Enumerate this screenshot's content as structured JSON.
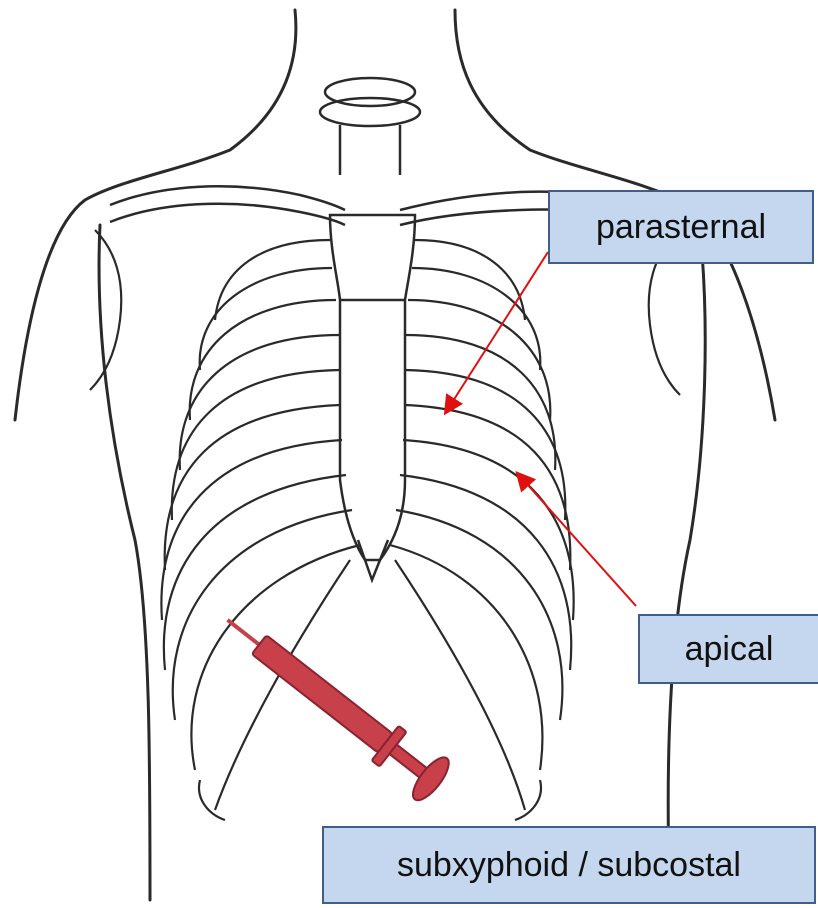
{
  "labels": {
    "parasternal": "parasternal",
    "apical": "apical",
    "subxyphoid": "subxyphoid / subcostal"
  },
  "colors": {
    "outline": "#2a2a2a",
    "label_fill": "#c5d7ee",
    "label_border": "#3f5f8a",
    "arrow": "#e01010",
    "syringe": "#c8404a"
  },
  "icons": [
    "rib-cage-illustration",
    "syringe-icon",
    "arrow-icon"
  ]
}
